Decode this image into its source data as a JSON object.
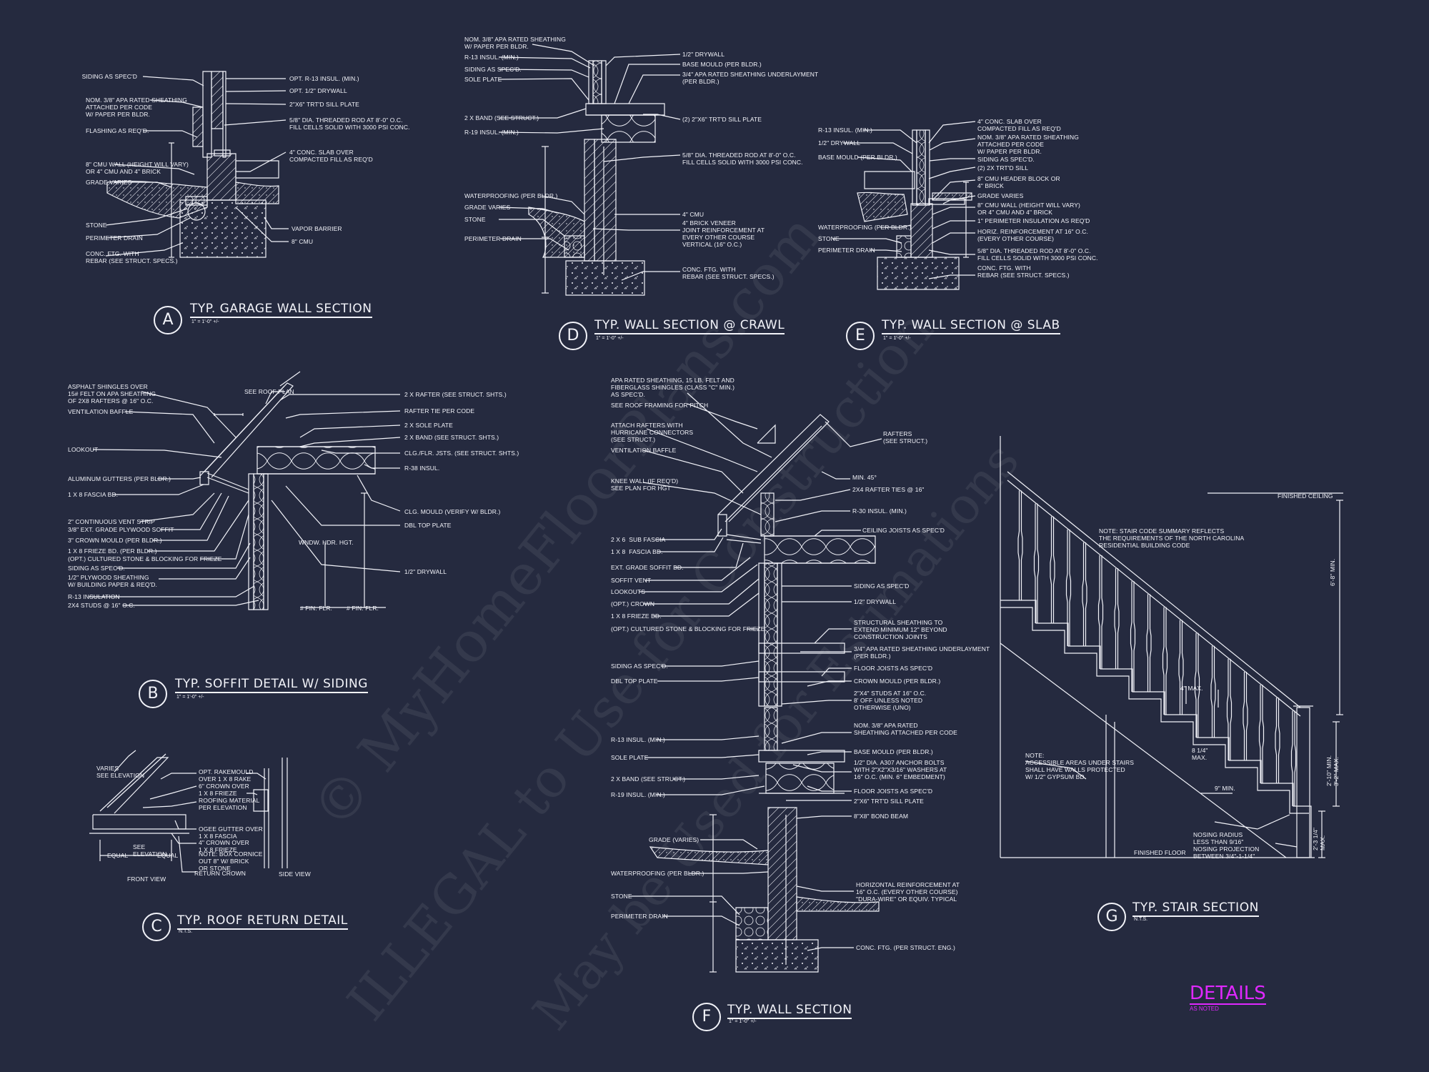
{
  "watermark": {
    "line1": "© MyHomeFloorPlans.com",
    "line2": "ILLEGAL to Use for Construction",
    "line3": "May be Used for Estimations"
  },
  "details": [
    {
      "id": "A",
      "letter": "A",
      "title": "TYP. GARAGE WALL SECTION",
      "scale": "1\" = 1'-0\" +/-",
      "notes_left": [
        "SIDING AS SPEC'D",
        "NOM. 3/8\" APA RATED SHEATHING\nATTACHED PER CODE\nW/ PAPER PER BLDR.",
        "FLASHING AS REQ'D.",
        "8\" CMU WALL (HEIGHT WILL VARY)\nOR 4\" CMU AND 4\" BRICK",
        "GRADE VARIES",
        "STONE",
        "PERIMETER DRAIN",
        "CONC. FTG. WITH\nREBAR (SEE STRUCT. SPECS.)"
      ],
      "notes_right": [
        "OPT. R-13 INSUL. (MIN.)",
        "OPT. 1/2\" DRYWALL",
        "2\"x6\" TRT'D SILL PLATE",
        "5/8\" DIA. THREADED ROD AT 8'-0\" O.C.\nFILL CELLS SOLID WITH 3000 PSI CONC.",
        "4\" CONC. SLAB OVER\nCOMPACTED FILL AS REQ'D",
        "VAPOR BARRIER",
        "8\" CMU"
      ]
    },
    {
      "id": "D",
      "letter": "D",
      "title": "TYP. WALL SECTION @ CRAWL",
      "scale": "1\" = 1'-0\" +/-",
      "notes_left": [
        "NOM. 3/8\" APA RATED SHEATHING\nW/ PAPER PER BLDR.",
        "R-13 INSUL. (MIN.)",
        "SIDING AS SPEC'D.",
        "SOLE PLATE",
        "2 x BAND (SEE STRUCT.)",
        "R-19 INSUL. (MIN.)",
        "WATERPROOFING (PER BLDR.)",
        "GRADE VARIES",
        "STONE",
        "PERIMETER DRAIN"
      ],
      "notes_right": [
        "1/2\" DRYWALL",
        "BASE MOULD (PER BLDR.)",
        "3/4\" APA RATED SHEATHING UNDERLAYMENT\n(PER BLDR.)",
        "(2) 2\"x6\" TRT'D SILL PLATE",
        "5/8\" DIA. THREADED ROD AT 8'-0\" O.C.\nFILL CELLS SOLID WITH 3000 PSI CONC.",
        "4\" CMU",
        "4\" BRICK VENEER\nJOINT REINFORCEMENT AT\nEVERY OTHER COURSE\nVERTICAL (16\" O.C.)",
        "CONC. FTG. WITH\nREBAR (SEE STRUCT. SPECS.)"
      ]
    },
    {
      "id": "E",
      "letter": "E",
      "title": "TYP. WALL SECTION @ SLAB",
      "scale": "1\" = 1'-0\" +/-",
      "notes_left": [
        "R-13 INSUL. (MIN.)",
        "1/2\" DRYWALL",
        "BASE MOULD (PER BLDR.)",
        "WATERPROOFING (PER BLDR.)",
        "STONE",
        "PERIMETER DRAIN"
      ],
      "notes_right": [
        "4\" CONC. SLAB OVER\nCOMPACTED FILL AS REQ'D",
        "NOM. 3/8\" APA RATED SHEATHING\nATTACHED PER CODE\nW/ PAPER PER BLDR.",
        "SIDING AS SPEC'D.",
        "(2) 2X TRT'D SILL",
        "8\" CMU HEADER BLOCK OR\n4\" BRICK",
        "GRADE VARIES",
        "8\" CMU WALL (HEIGHT WILL VARY)\nOR 4\" CMU AND 4\" BRICK",
        "1\" PERIMETER INSULATION AS REQ'D",
        "HORIZ. REINFORCEMENT AT 16\" O.C.\n(EVERY OTHER COURSE)",
        "5/8\" DIA. THREADED ROD AT 8'-0\" O.C.\nFILL CELLS SOLID WITH 3000 PSI CONC.",
        "CONC. FTG. WITH\nREBAR (SEE STRUCT. SPECS.)"
      ]
    },
    {
      "id": "B",
      "letter": "B",
      "title": "TYP. SOFFIT DETAIL W/ SIDING",
      "scale": "1\" = 1'-0\" +/-",
      "notes_left": [
        "ASPHALT SHINGLES OVER\n15# FELT ON APA SHEATHING\nOF 2x8 RAFTERS @ 16\" O.C.",
        "VENTILATION BAFFLE",
        "LOOKOUT",
        "ALUMINUM GUTTERS (PER BLDR.)",
        "1 X 8 FASCIA BD.",
        "2\" CONTINUOUS VENT STRIP",
        "3/8\" EXT. GRADE PLYWOOD SOFFIT",
        "3\" CROWN MOULD (PER BLDR.)",
        "1 X 8 FRIEZE BD. (PER BLDR.)",
        "(OPT.) CULTURED STONE & BLOCKING FOR FRIEZE",
        "SIDING AS SPEC'D.",
        "1/2\" PLYWOOD SHEATHING\nW/ BUILDING PAPER & REQ'D.",
        "R-13 INSULATION",
        "2x4 STUDS @ 16\" O.C."
      ],
      "notes_right": [
        "SEE ROOF PLAN",
        "2 X RAFTER (SEE STRUCT. SHTS.)",
        "RAFTER TIE PER CODE",
        "2 X SOLE PLATE",
        "2 X BAND (SEE STRUCT. SHTS.)",
        "CLG./FLR. JSTS. (SEE STRUCT. SHTS.)",
        "R-38 INSUL.",
        "CLG. MOULD (VERIFY W/ BLDR.)",
        "DBL TOP PLATE",
        "1/2\" DRYWALL",
        "WNDW. HDR. HGT.",
        "# FIN. FLR.",
        "# FIN. FLR."
      ]
    },
    {
      "id": "C",
      "letter": "C",
      "title": "TYP. ROOF RETURN DETAIL",
      "scale": "N.T.S.",
      "notes": [
        "VARIES\nSEE ELEVATION",
        "OPT. RAKEMOULD\nOVER 1 X 8 RAKE",
        "6\" CROWN OVER\n1 X 8 FRIEZE",
        "ROOFING MATERIAL\nPER ELEVATION",
        "OGEE GUTTER OVER\n1 X 8 FASCIA",
        "4\" CROWN OVER\n1 X 8 FRIEZE",
        "NOTE: BOX CORNICE\nOUT 8\" W/ BRICK\nOR STONE",
        "RETURN CROWN",
        "SEE\nELEVATION",
        "EQUAL",
        "EQUAL",
        "FRONT VIEW",
        "SIDE VIEW"
      ]
    },
    {
      "id": "F",
      "letter": "F",
      "title": "TYP. WALL SECTION",
      "scale": "1\" = 1'-0\" +/-",
      "notes_left": [
        "APA RATED SHEATHING, 15 LB. FELT AND\nFIBERGLASS SHINGLES (CLASS \"C\" MIN.)\nAS SPEC'D.",
        "SEE ROOF FRAMING FOR PITCH",
        "ATTACH RAFTERS WITH\nHURRICANE CONNECTORS\n(SEE STRUCT.)",
        "VENTILATION BAFFLE",
        "KNEE WALL (IF REQ'D)\nSEE PLAN FOR HGT",
        "2 x 6  SUB FASCIA",
        "1 x 8  FASCIA BD.",
        "EXT. GRADE SOFFIT BD.",
        "SOFFIT VENT",
        "LOOKOUTS",
        "(OPT.) CROWN",
        "1 x 8 FRIEZE BD.",
        "(OPT.) CULTURED STONE & BLOCKING FOR FRIEZE",
        "SIDING AS SPEC'D.",
        "DBL TOP PLATE",
        "R-13 INSUL. (MIN.)",
        "SOLE PLATE",
        "2 x BAND (SEE STRUCT.)",
        "R-19 INSUL. (MIN.)",
        "GRADE (VARIES)",
        "WATERPROOFING (PER BLDR.)",
        "STONE",
        "PERIMETER DRAIN"
      ],
      "notes_right": [
        "RAFTERS\n(SEE STRUCT.)",
        "MIN. 45°",
        "2x4 RAFTER TIES @ 16\"",
        "R-30 INSUL. (MIN.)",
        "CEILING JOISTS AS SPEC'D",
        "SIDING AS SPEC'D",
        "1/2\" DRYWALL",
        "STRUCTURAL SHEATHING TO\nEXTEND MINIMUM 12\" BEYOND\nCONSTRUCTION JOINTS",
        "3/4\" APA RATED SHEATHING UNDERLAYMENT\n(PER BLDR.)",
        "FLOOR JOISTS AS SPEC'D",
        "CROWN MOULD (PER BLDR.)",
        "2\"x4\" STUDS AT 16\" O.C.\n8' OFF UNLESS NOTED\nOTHERWISE (UNO)",
        "NOM. 3/8\" APA RATED\nSHEATHING ATTACHED PER CODE",
        "BASE MOULD (PER BLDR.)",
        "1/2\" DIA. A307 ANCHOR BOLTS\nWITH 2\"x2\"x3/16\" WASHERS AT\n16\" O.C. (MIN. 6\" EMBEDMENT)",
        "FLOOR JOISTS AS SPEC'D",
        "2\"x6\" TRT'D SILL PLATE",
        "8\"x8\" BOND BEAM",
        "HORIZONTAL REINFORCEMENT AT\n16\" O.C. (EVERY OTHER COURSE)\n\"DURA-WIRE\" OR EQUIV. TYPICAL",
        "CONC. FTG. (PER STRUCT. ENG.)"
      ]
    },
    {
      "id": "G",
      "letter": "G",
      "title": "TYP. STAIR SECTION",
      "scale": "N.T.S.",
      "notes": [
        "FINISHED CEILING",
        "NOTE: STAIR CODE SUMMARY REFLECTS\nTHE REQUIREMENTS OF THE NORTH CAROLINA\nRESIDENTIAL BUILDING CODE",
        "6'-8\" MIN.",
        "4\" MAX.",
        "NOTE:\nACCESSIBLE AREAS UNDER STAIRS\nSHALL HAVE WALLS PROTECTED\nW/ 1/2\" GYPSUM BD.",
        "8 1/4\"\nMAX.",
        "9\" MIN.",
        "2'-10\" MIN.\n3'-2\" MAX.",
        "NOSING RADIUS\nLESS THAN 9/16\"\nNOSING PROJECTION\nBETWEEN 3/4\"-1-1/4\"",
        "FINISHED FLOOR",
        "2'-3 1/4\"\nMAX."
      ]
    }
  ],
  "sheet": {
    "title": "DETAILS",
    "scale": "AS NOTED",
    "title_color": "#e028ff",
    "background": "#252a3f",
    "line_color": "#f2f3f9"
  }
}
